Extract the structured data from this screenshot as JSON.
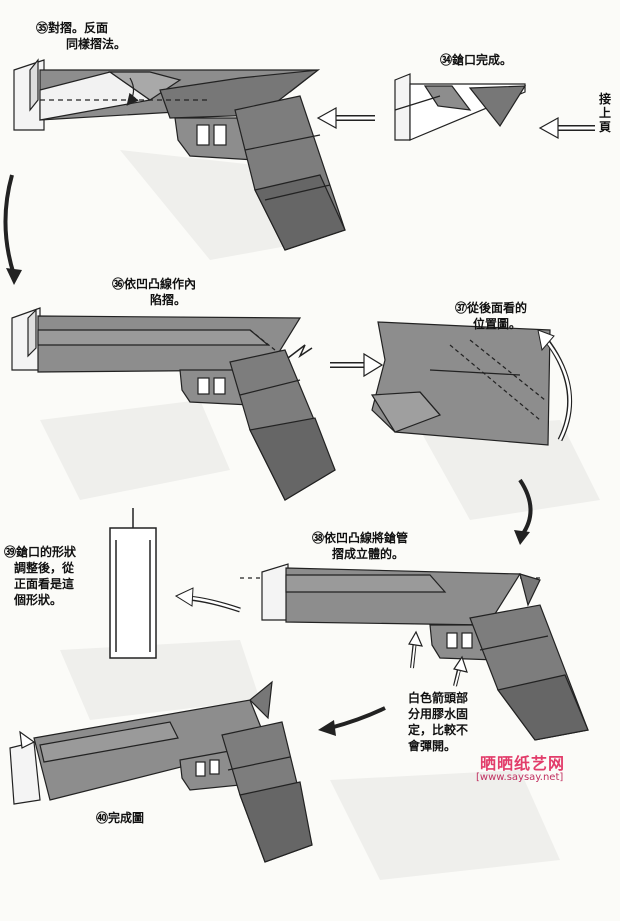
{
  "steps": [
    {
      "num": "㉟",
      "lines": [
        "對摺。反面",
        "同樣摺法。"
      ]
    },
    {
      "num": "㉞",
      "lines": [
        "鎗口完成。"
      ]
    },
    {
      "num": "㊱",
      "lines": [
        "依凹凸線作內",
        "陷摺。"
      ]
    },
    {
      "num": "㊲",
      "lines": [
        "從後面看的",
        "位置圖。"
      ]
    },
    {
      "num": "㊳",
      "lines": [
        "依凹凸線將鎗管",
        "摺成立體的。"
      ]
    },
    {
      "num": "㊴",
      "lines": [
        "鎗口的形狀",
        "調整後，從",
        "正面看是這",
        "個形狀。"
      ]
    },
    {
      "num": "㊵",
      "lines": [
        "完成圖"
      ]
    }
  ],
  "side_note": "接上頁",
  "glue_note": [
    "白色箭頭部",
    "分用膠水固",
    "定，比較不",
    "會彈開。"
  ],
  "watermark": {
    "brand": "晒晒纸艺网",
    "url": "[www.saysay.net]"
  },
  "colors": {
    "paper_gray": "#8d8d8d",
    "paper_dark": "#6f6f6f",
    "paper_light": "#d9d9d9",
    "ink": "#111111"
  }
}
